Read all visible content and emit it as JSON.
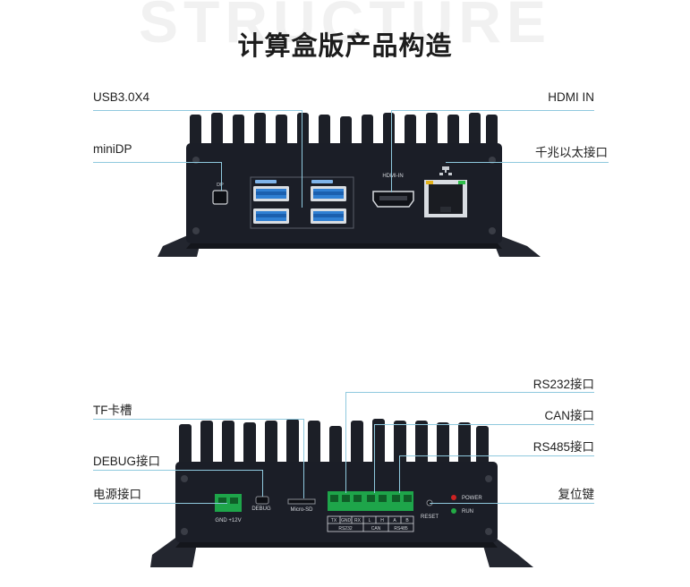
{
  "watermark": "STRUCTURE",
  "title": "计算盒版产品构造",
  "front": {
    "labels": {
      "usb": "USB3.0X4",
      "minidp": "miniDP",
      "hdmi": "HDMI IN",
      "ethernet": "千兆以太接口"
    },
    "panel_text": {
      "dp": "DP",
      "hdmi_in": "HDMI-IN"
    }
  },
  "rear": {
    "labels": {
      "rs232": "RS232接口",
      "can": "CAN接口",
      "rs485": "RS485接口",
      "tf": "TF卡槽",
      "debug": "DEBUG接口",
      "power": "电源接口",
      "reset_key": "复位键"
    },
    "panel_text": {
      "gnd_12v": "GND +12V",
      "debug": "DEBUG",
      "micro_sd": "Micro-SD",
      "pins": [
        "TX",
        "GND",
        "RX",
        "L",
        "H",
        "A",
        "B"
      ],
      "group_rs232": "RS232",
      "group_can": "CAN",
      "group_rs485": "RS485",
      "reset": "RESET",
      "power_led": "POWER",
      "run_led": "RUN"
    }
  },
  "colors": {
    "line": "#8fc9de",
    "body": "#1b1e27",
    "usb_blue": "#2f7fd3",
    "terminal_green": "#1ea54a",
    "power_led": "#cc2222",
    "run_led": "#22aa44"
  }
}
